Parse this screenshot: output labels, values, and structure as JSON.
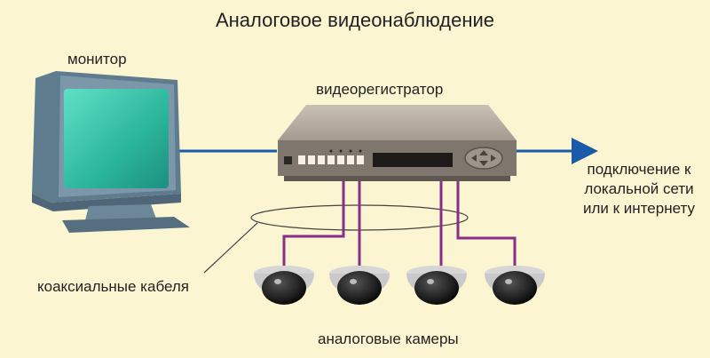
{
  "title": "Аналоговое видеонаблюдение",
  "monitor_label": "монитор",
  "dvr_label": "видеорегистратор",
  "network_label": "подключение к локальной сети или к интернету",
  "cables_label": "коаксиальные кабеля",
  "cameras_label": "аналоговые камеры",
  "colors": {
    "background": "#fbf5d2",
    "link_line": "#1a5aa8",
    "cable": "#8a2d8a",
    "screen": "#2fc2a8",
    "monitor_body": "#6b8799",
    "dvr_body": "#8a8078"
  }
}
